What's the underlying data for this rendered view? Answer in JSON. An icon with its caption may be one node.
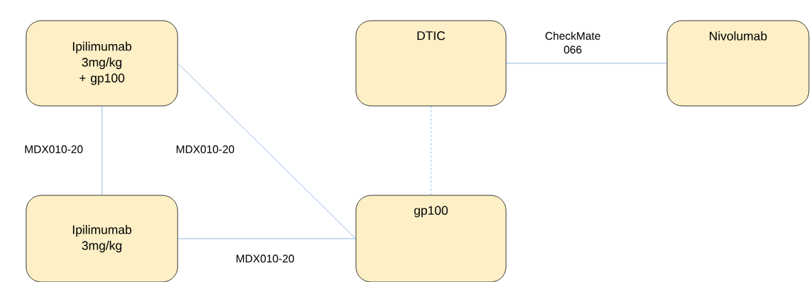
{
  "diagram": {
    "nodes": [
      {
        "text": [
          "Ipilimumab 3mg/kg + gp100"
        ]
      },
      {
        "text": [
          "DTIC"
        ]
      },
      {
        "text": [
          "Nivolumab"
        ]
      },
      {
        "text": [
          "Ipilimumab 3mg/kg"
        ]
      },
      {
        "text": [
          "gp100"
        ]
      }
    ],
    "edges": [
      {
        "from": 1,
        "to": 2,
        "arrow": "none",
        "label": "CheckMate 066"
      },
      {
        "from": 1,
        "to": 4,
        "arrow": "none",
        "style": "dashed"
      },
      {
        "from": 0,
        "to": 3,
        "arrow": "none",
        "label": "MDX010-20"
      },
      {
        "from": 0,
        "to": 4,
        "arrow": "none",
        "label": "MDX010-20"
      },
      {
        "from": 3,
        "to": 4,
        "arrow": "none",
        "label": "MDX010-20"
      }
    ]
  }
}
